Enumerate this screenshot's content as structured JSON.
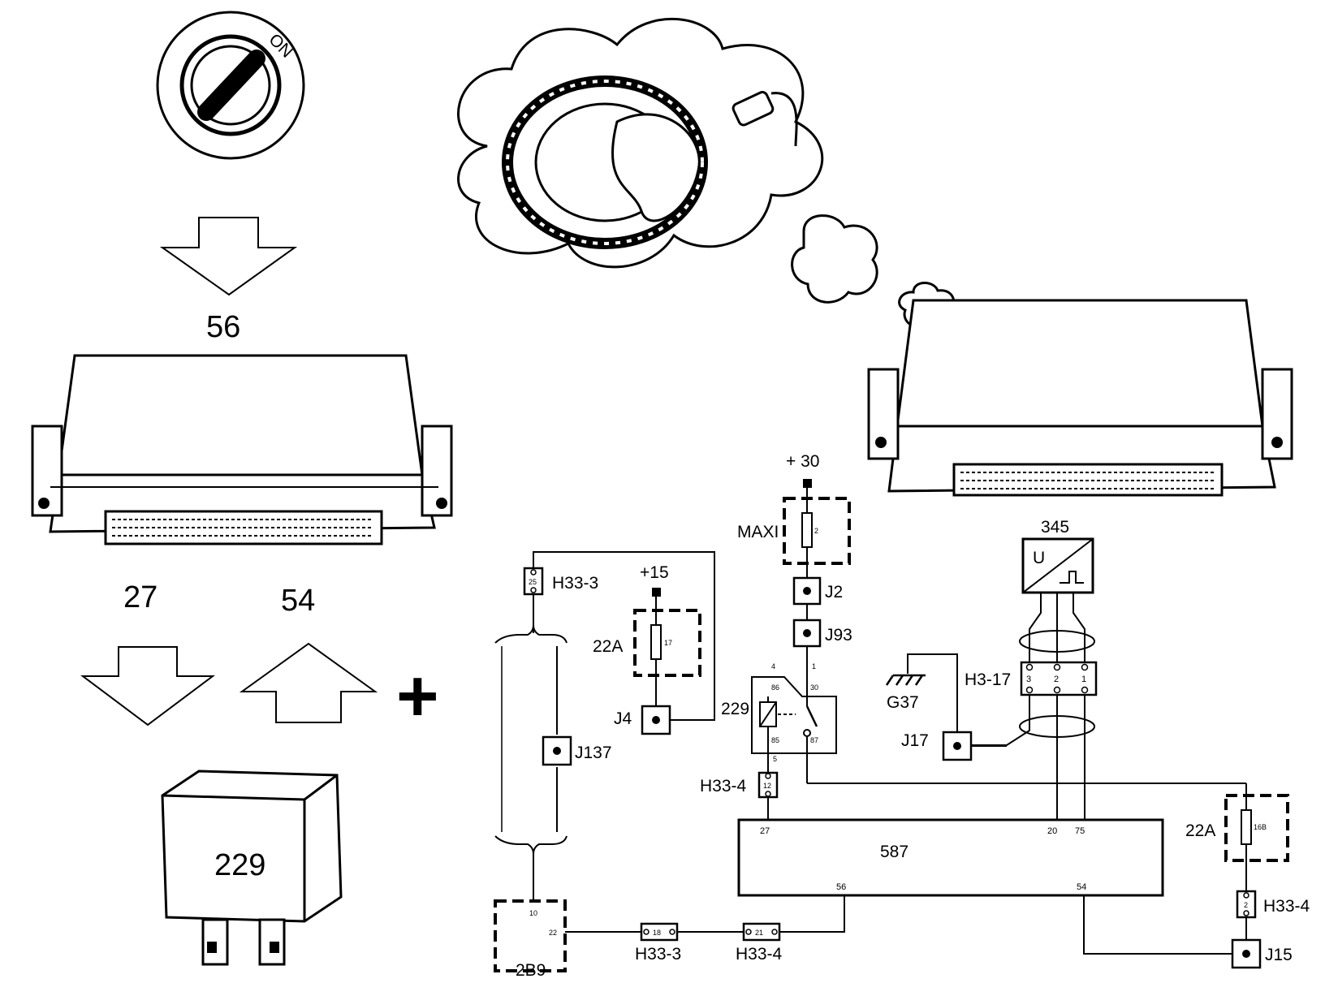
{
  "left_panel": {
    "ignition_label": "ON",
    "ecu_top_label": "56",
    "out_label": "27",
    "in_label": "54",
    "plus_symbol": "+",
    "relay_label": "229"
  },
  "schematic": {
    "ecu_label": "587",
    "ecu_pins": {
      "p27": "27",
      "p20": "20",
      "p75": "75",
      "p56": "56",
      "p54": "54"
    },
    "supply_30": "+ 30",
    "supply_15": "+15",
    "maxi_label": "MAXI",
    "maxi_fuse": "2",
    "fuse22a_label": "22A",
    "fuse17": "17",
    "fuse168": "16B",
    "relay_label": "229",
    "relay_pins": {
      "p4": "4",
      "p1": "1",
      "p86": "86",
      "p30": "30",
      "p85": "85",
      "p87": "87",
      "p5": "5"
    },
    "sensor_label": "345",
    "sensor_u": "U",
    "j2": "J2",
    "j93": "J93",
    "j4": "J4",
    "j137": "J137",
    "j17": "J17",
    "j15": "J15",
    "g37": "G37",
    "h3_17": "H3-17",
    "h3_pins": {
      "p3": "3",
      "p2": "2",
      "p1": "1"
    },
    "h33_3_top": "H33-3",
    "h33_3_top_pin": "25",
    "h33_4_mid": "H33-4",
    "h33_4_mid_pin": "12",
    "h33_3_bot": "H33-3",
    "h33_3_bot_pin": "18",
    "h33_4_bot": "H33-4",
    "h33_4_bot_pin": "21",
    "h33_4_right": "H33-4",
    "h33_4_right_pin": "2",
    "comp_2b9": "2B9",
    "comp_2b9_pin10": "10",
    "comp_2b9_pin22": "22"
  }
}
